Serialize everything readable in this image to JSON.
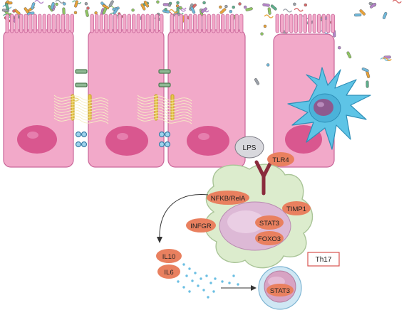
{
  "labels": {
    "lps": "LPS",
    "tlr4": "TLR4",
    "nfkb": "NFKB/RelA",
    "timp1": "TIMP1",
    "infgr": "INFGR",
    "stat3_cell": "STAT3",
    "foxo3": "FOXO3",
    "il10": "IL10",
    "il6": "IL6",
    "th17": "Th17",
    "stat3_target": "STAT3"
  },
  "colors": {
    "epithelium": "#f2a9c9",
    "epithelium_edge": "#c9679a",
    "nucleus": "#d9578f",
    "protein_oval": "#e9805f",
    "macrophage": "#dceccd",
    "macrophage_nucleus": "#ddb9d6",
    "dendritic_cell": "#5ec4e6",
    "receptor": "#8a2b3c",
    "cytokine_dot": "#6bbfe3",
    "th17_border": "#d9534f",
    "target_cell": "#d7a3c3"
  }
}
